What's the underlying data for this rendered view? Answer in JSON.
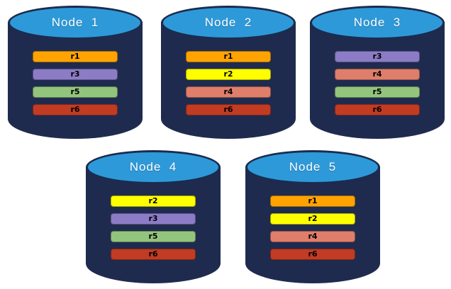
{
  "diagram": {
    "description": "Five database nodes with replicated partitions",
    "colors": {
      "cylinder_body": "#1F2B4E",
      "cylinder_top_fill": "#2E99D9",
      "cylinder_top_border": "#1A2C4E",
      "title_text": "#FFFFFF",
      "bar_label_text": "#000000",
      "background": "#FFFFFF"
    },
    "replica_colors": {
      "r1": "#FFA303",
      "r2": "#FFFF00",
      "r3": "#8C7CC6",
      "r4": "#DE7E6B",
      "r5": "#93C47D",
      "r6": "#C23B23"
    },
    "nodes": [
      {
        "label": "Node  1",
        "replicas": [
          "r1",
          "r3",
          "r5",
          "r6"
        ]
      },
      {
        "label": "Node  2",
        "replicas": [
          "r1",
          "r2",
          "r4",
          "r6"
        ]
      },
      {
        "label": "Node  3",
        "replicas": [
          "r3",
          "r4",
          "r5",
          "r6"
        ]
      },
      {
        "label": "Node  4",
        "replicas": [
          "r2",
          "r3",
          "r5",
          "r6"
        ]
      },
      {
        "label": "Node  5",
        "replicas": [
          "r1",
          "r2",
          "r4",
          "r6"
        ]
      }
    ]
  }
}
